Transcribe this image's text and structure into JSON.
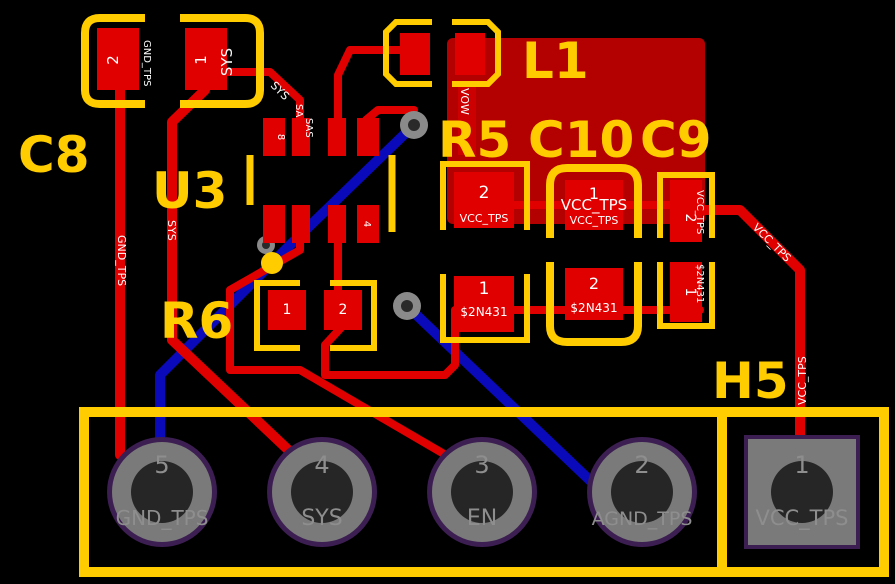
{
  "colors": {
    "background": "#000000",
    "top_copper": "#E00000",
    "bottom_copper": "#0A0ABA",
    "silkscreen": "#FFCC00",
    "pad_text": "#FFFFFF",
    "via": "#8A8A8A",
    "hole": "#2A2A2A"
  },
  "designators": {
    "c8": "C8",
    "l1": "L1",
    "u3": "U3",
    "r5": "R5",
    "c10": "C10",
    "c9": "C9",
    "r6": "R6",
    "h5": "H5"
  },
  "pads": {
    "c8_1": {
      "num": "1",
      "net": "SYS"
    },
    "c8_2": {
      "num": "2",
      "net": "GND_TPS"
    },
    "u3_8": {
      "num": "8"
    },
    "u3_4": {
      "num": "4"
    },
    "u3_sys": {
      "net": "SAS"
    },
    "r5_2": {
      "num": "2",
      "net": "VCC_TPS"
    },
    "r5_1": {
      "num": "1",
      "net": "$2N431"
    },
    "c10_1": {
      "num": "1",
      "net": "VCC_TPS"
    },
    "c10_2": {
      "num": "2",
      "net": "$2N431"
    },
    "c9_2": {
      "num": "2",
      "net": "VCC_TPS"
    },
    "c9_1": {
      "num": "1",
      "net": "$2N431"
    },
    "r6_1": {
      "num": "1"
    },
    "r6_2": {
      "num": "2"
    }
  },
  "header": [
    {
      "num": "5",
      "net": "GND_TPS"
    },
    {
      "num": "4",
      "net": "SYS"
    },
    {
      "num": "3",
      "net": "EN"
    },
    {
      "num": "2",
      "net": "AGND_TPS"
    },
    {
      "num": "1",
      "net": "VCC_TPS"
    }
  ],
  "traces": {
    "gnd": "GND_TPS",
    "sys_left": "SYS",
    "sys_top": "SYS",
    "sys_top2": "SAS",
    "vcc": "VCC_TPS",
    "vcc_h5": "VCC_TPS",
    "l1_pad": "VOW",
    "c9_overlay": "VCC_TPS"
  }
}
